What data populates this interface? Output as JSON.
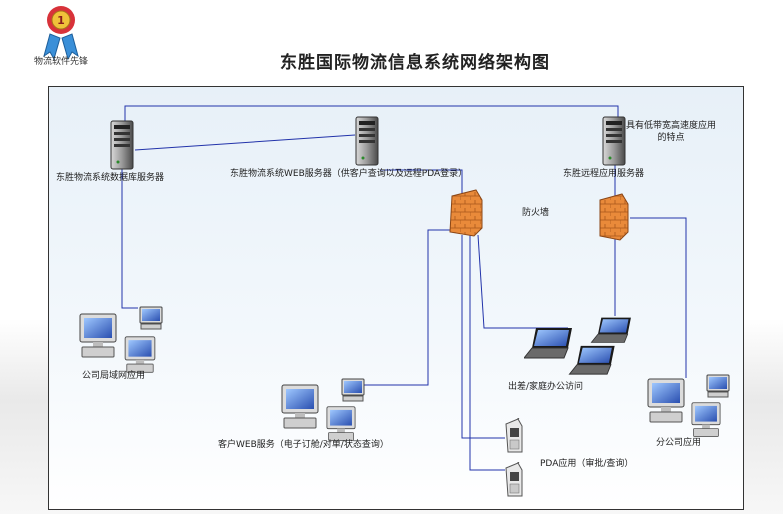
{
  "logo": {
    "caption": "物流软件先锋",
    "badge_icon": "award-ribbon-icon",
    "badge_number": "1"
  },
  "title": "东胜国际物流信息系统网络架构图",
  "nodes": {
    "db_server": "东胜物流系统数据库服务器",
    "web_server": "东胜物流系统WEB服务器（供客户查询以及远程PDA登录）",
    "remote_server": "东胜远程应用服务器",
    "remote_note": "具有低带宽高速度应用的特点",
    "firewall": "防火墙",
    "lan": "公司局域网应用",
    "client_web": "客户WEB服务（电子订舱/对单/状态查询）",
    "mobile_office": "出差/家庭办公访问",
    "branch": "分公司应用",
    "pda": "PDA应用（审批/查询）"
  },
  "colors": {
    "line": "#2233aa",
    "panel_border": "#333333",
    "firewall": "#e2883a"
  }
}
